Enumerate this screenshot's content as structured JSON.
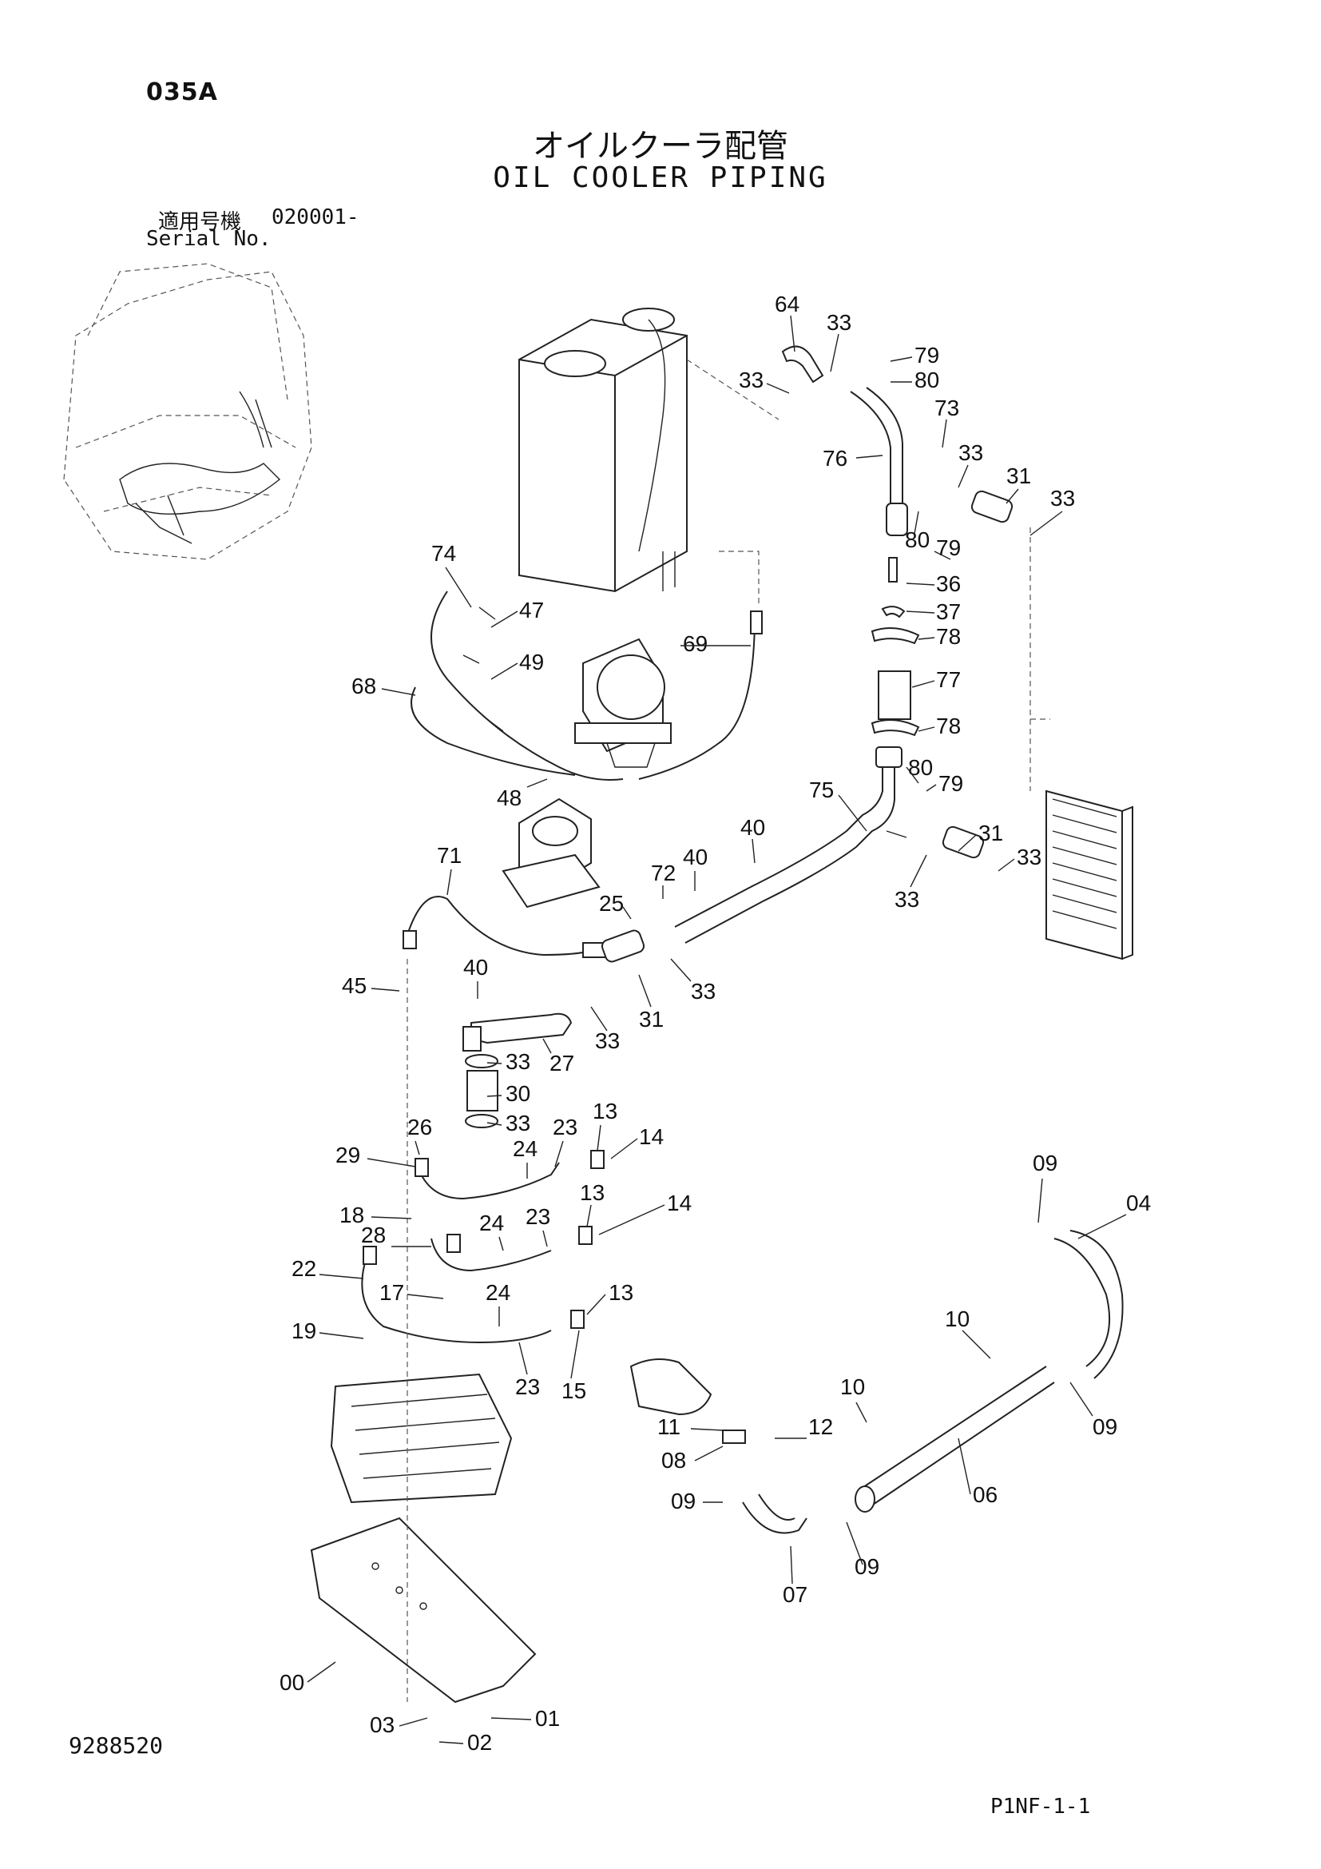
{
  "header": {
    "page_code": "035A",
    "title_jp": "オイルクーラ配管",
    "title_en": "OIL COOLER PIPING",
    "serial_label_jp": "適用号機",
    "serial_value": "020001-",
    "serial_label_en": "Serial No."
  },
  "footer": {
    "document_number": "9288520",
    "page_reference": "P1NF-1-1"
  },
  "callouts": [
    "64",
    "33",
    "79",
    "33",
    "80",
    "73",
    "76",
    "33",
    "31",
    "33",
    "80",
    "79",
    "36",
    "37",
    "78",
    "77",
    "78",
    "74",
    "47",
    "49",
    "69",
    "68",
    "48",
    "80",
    "79",
    "75",
    "31",
    "33",
    "33",
    "40",
    "71",
    "72",
    "40",
    "25",
    "33",
    "45",
    "40",
    "31",
    "33",
    "27",
    "33",
    "30",
    "33",
    "26",
    "23",
    "13",
    "14",
    "29",
    "24",
    "13",
    "14",
    "18",
    "28",
    "24",
    "23",
    "22",
    "17",
    "24",
    "13",
    "19",
    "23",
    "15",
    "09",
    "04",
    "10",
    "09",
    "10",
    "11",
    "12",
    "08",
    "06",
    "09",
    "09",
    "07",
    "00",
    "03",
    "01",
    "02"
  ]
}
